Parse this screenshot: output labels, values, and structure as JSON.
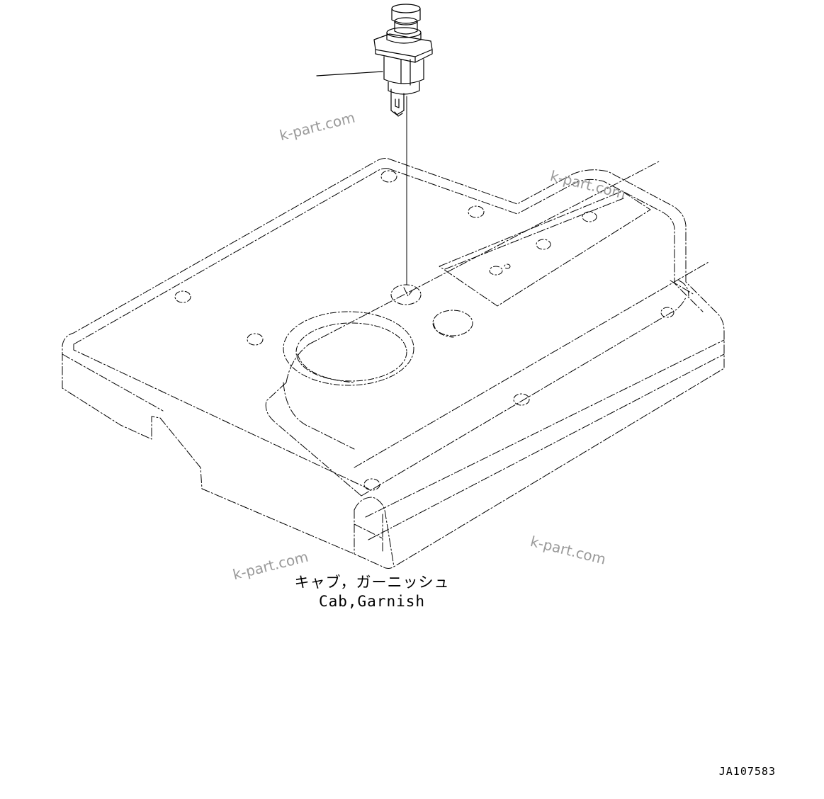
{
  "caption": {
    "japanese": "キャブ，ガーニッシュ",
    "english": "Cab,Garnish"
  },
  "figure_number": "JA107583",
  "watermarks": [
    "k-part.com",
    "k-part.com",
    "k-part.com",
    "k-part.com"
  ],
  "colors": {
    "line": "#000000",
    "watermark": "#9a9a9a",
    "background": "#ffffff"
  }
}
